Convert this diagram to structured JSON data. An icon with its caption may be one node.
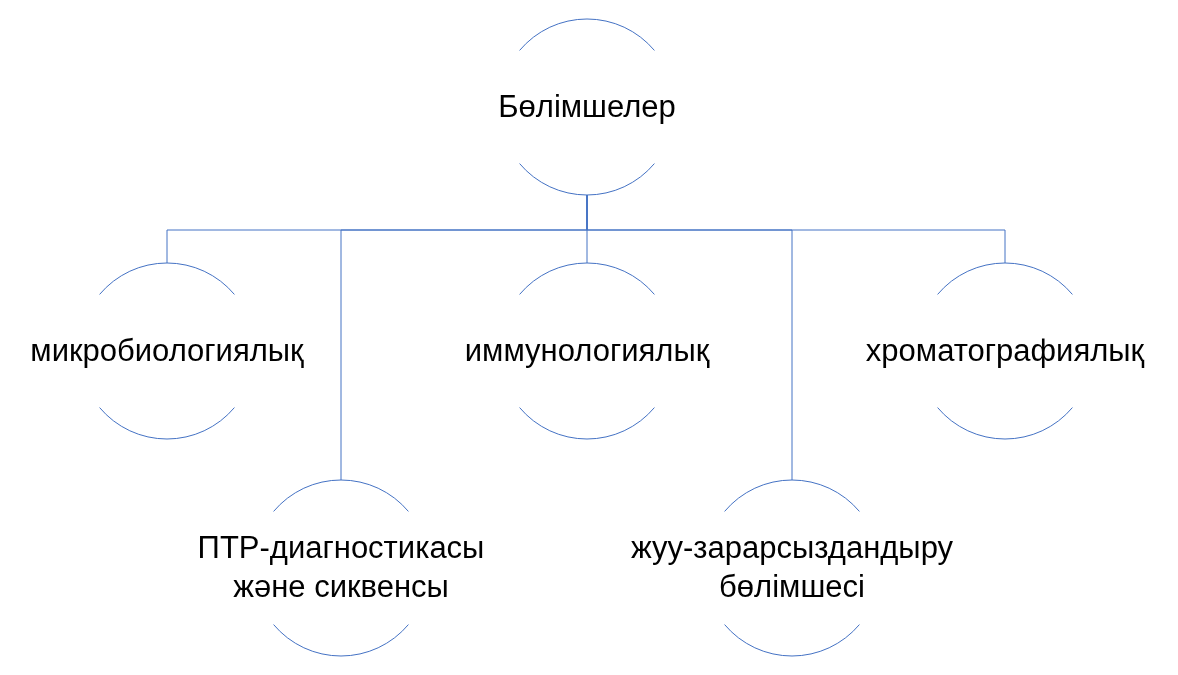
{
  "diagram": {
    "nodes": [
      {
        "text": [
          "Бөлімшелер"
        ]
      },
      {
        "text": [
          "микробиологиялық"
        ]
      },
      {
        "text": [
          "иммунологиялық"
        ]
      },
      {
        "text": [
          "хроматографиялық"
        ]
      },
      {
        "text": [
          "ПТР-диагностикасы және сиквенсы"
        ]
      },
      {
        "text": [
          "жуу-зарарсыздандыру бөлімшесі"
        ]
      }
    ],
    "edges": [
      {
        "from": 0,
        "to": 1,
        "arrow": "none"
      },
      {
        "from": 0,
        "to": 4,
        "arrow": "none"
      },
      {
        "from": 0,
        "to": 2,
        "arrow": "none"
      },
      {
        "from": 0,
        "to": 5,
        "arrow": "none"
      },
      {
        "from": 0,
        "to": 3,
        "arrow": "none"
      }
    ]
  }
}
